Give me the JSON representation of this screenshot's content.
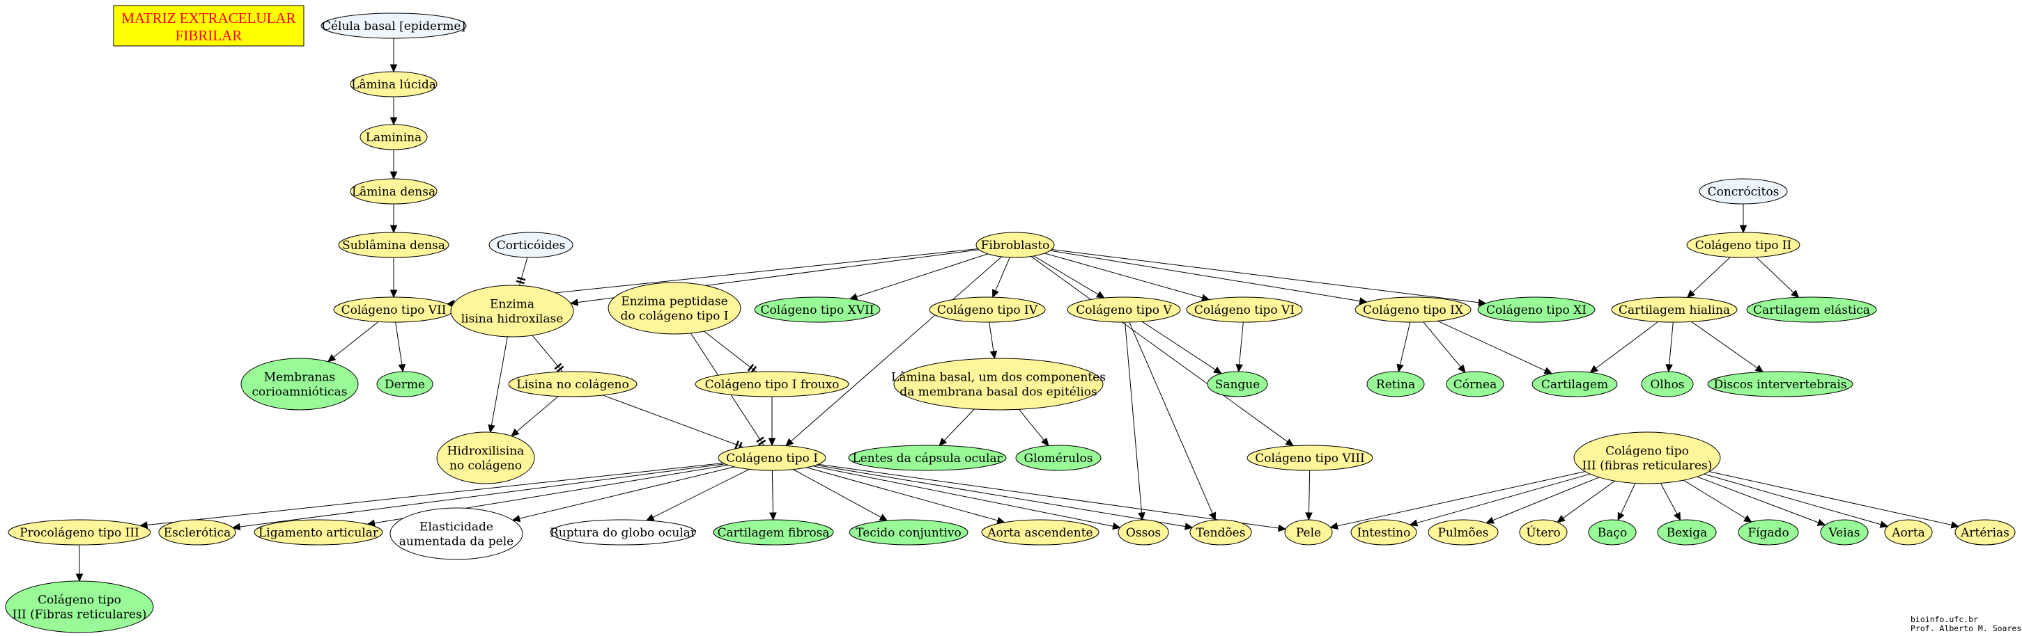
{
  "title": {
    "lines": [
      "MATRIZ EXTRACELULAR",
      "FIBRILAR"
    ],
    "color": "#ff0000",
    "background": "#ffff00"
  },
  "credits": {
    "lines": [
      "bioinfo.ufc.br",
      "Prof. Alberto M. Soares"
    ]
  },
  "colors": {
    "blue": "#eef5fb",
    "yellow": "#fff59a",
    "green": "#98fb98",
    "white": "#ffffff"
  },
  "nodes": [
    {
      "id": "celula_basal",
      "lines": [
        "Célula basal [epiderme]"
      ],
      "color": "blue"
    },
    {
      "id": "lamina_lucida",
      "lines": [
        "Lâmina lúcida"
      ],
      "color": "yellow"
    },
    {
      "id": "laminina",
      "lines": [
        "Laminina"
      ],
      "color": "yellow"
    },
    {
      "id": "lamina_densa",
      "lines": [
        "Lâmina densa"
      ],
      "color": "yellow"
    },
    {
      "id": "sublamina",
      "lines": [
        "Sublâmina densa"
      ],
      "color": "yellow"
    },
    {
      "id": "corticoides",
      "lines": [
        "Corticóides"
      ],
      "color": "blue"
    },
    {
      "id": "col7",
      "lines": [
        "Colágeno tipo VII"
      ],
      "color": "yellow"
    },
    {
      "id": "enzima_lisina",
      "lines": [
        "Enzima",
        "lisina hidroxilase"
      ],
      "color": "yellow"
    },
    {
      "id": "enzima_peptidase",
      "lines": [
        "Enzima peptidase",
        "do colágeno tipo I"
      ],
      "color": "yellow"
    },
    {
      "id": "membranas",
      "lines": [
        "Membranas",
        "corioamnióticas"
      ],
      "color": "green"
    },
    {
      "id": "derme",
      "lines": [
        "Derme"
      ],
      "color": "green"
    },
    {
      "id": "lisina_colageno",
      "lines": [
        "Lisina no colágeno"
      ],
      "color": "yellow"
    },
    {
      "id": "col1_frouxo",
      "lines": [
        "Colágeno tipo I frouxo"
      ],
      "color": "yellow"
    },
    {
      "id": "hidroxilisina",
      "lines": [
        "Hidroxilisina",
        "no colágeno"
      ],
      "color": "yellow"
    },
    {
      "id": "col1",
      "lines": [
        "Colágeno tipo I"
      ],
      "color": "yellow"
    },
    {
      "id": "fibroblasto",
      "lines": [
        "Fibroblasto"
      ],
      "color": "yellow"
    },
    {
      "id": "col17",
      "lines": [
        "Colágeno tipo XVII"
      ],
      "color": "green"
    },
    {
      "id": "col4",
      "lines": [
        "Colágeno tipo IV"
      ],
      "color": "yellow"
    },
    {
      "id": "col5",
      "lines": [
        "Colágeno tipo V"
      ],
      "color": "yellow"
    },
    {
      "id": "col6",
      "lines": [
        "Colágeno tipo VI"
      ],
      "color": "yellow"
    },
    {
      "id": "col9",
      "lines": [
        "Colágeno tipo IX"
      ],
      "color": "yellow"
    },
    {
      "id": "col11",
      "lines": [
        "Colágeno tipo XI"
      ],
      "color": "green"
    },
    {
      "id": "concrocitos",
      "lines": [
        "Concrócitos"
      ],
      "color": "blue"
    },
    {
      "id": "col2",
      "lines": [
        "Colágeno tipo II"
      ],
      "color": "yellow"
    },
    {
      "id": "cart_hialina",
      "lines": [
        "Cartilagem hialina"
      ],
      "color": "yellow"
    },
    {
      "id": "cart_elastica",
      "lines": [
        "Cartilagem elástica"
      ],
      "color": "green"
    },
    {
      "id": "lamina_basal",
      "lines": [
        "Lâmina basal, um dos componentes",
        "da membrana basal dos epitélios"
      ],
      "color": "yellow"
    },
    {
      "id": "sangue",
      "lines": [
        "Sangue"
      ],
      "color": "green"
    },
    {
      "id": "retina",
      "lines": [
        "Retina"
      ],
      "color": "green"
    },
    {
      "id": "cornea",
      "lines": [
        "Córnea"
      ],
      "color": "green"
    },
    {
      "id": "cartilagem",
      "lines": [
        "Cartilagem"
      ],
      "color": "green"
    },
    {
      "id": "olhos",
      "lines": [
        "Olhos"
      ],
      "color": "green"
    },
    {
      "id": "discos",
      "lines": [
        "Discos intervertebrais"
      ],
      "color": "green"
    },
    {
      "id": "lentes",
      "lines": [
        "Lentes da cápsula ocular"
      ],
      "color": "green"
    },
    {
      "id": "glomerulos",
      "lines": [
        "Glomérulos"
      ],
      "color": "green"
    },
    {
      "id": "col8",
      "lines": [
        "Colágeno tipo VIII"
      ],
      "color": "yellow"
    },
    {
      "id": "col3_top",
      "lines": [
        "Colágeno tipo",
        "III (fibras reticulares)"
      ],
      "color": "yellow"
    },
    {
      "id": "procol3",
      "lines": [
        "Procolágeno tipo III"
      ],
      "color": "yellow"
    },
    {
      "id": "esclerotica",
      "lines": [
        "Esclerótica"
      ],
      "color": "yellow"
    },
    {
      "id": "ligamento",
      "lines": [
        "Ligamento articular"
      ],
      "color": "yellow"
    },
    {
      "id": "elasticidade",
      "lines": [
        "Elasticidade",
        "aumentada da pele"
      ],
      "color": "white"
    },
    {
      "id": "ruptura",
      "lines": [
        "Ruptura do globo ocular"
      ],
      "color": "white"
    },
    {
      "id": "cart_fibrosa",
      "lines": [
        "Cartilagem fibrosa"
      ],
      "color": "green"
    },
    {
      "id": "tecido",
      "lines": [
        "Tecido conjuntivo"
      ],
      "color": "green"
    },
    {
      "id": "aorta_asc",
      "lines": [
        "Aorta ascendente"
      ],
      "color": "yellow"
    },
    {
      "id": "ossos",
      "lines": [
        "Ossos"
      ],
      "color": "yellow"
    },
    {
      "id": "tendoes",
      "lines": [
        "Tendões"
      ],
      "color": "yellow"
    },
    {
      "id": "pele",
      "lines": [
        "Pele"
      ],
      "color": "yellow"
    },
    {
      "id": "intestino",
      "lines": [
        "Intestino"
      ],
      "color": "yellow"
    },
    {
      "id": "pulmoes",
      "lines": [
        "Pulmões"
      ],
      "color": "yellow"
    },
    {
      "id": "utero",
      "lines": [
        "Útero"
      ],
      "color": "yellow"
    },
    {
      "id": "baco",
      "lines": [
        "Baço"
      ],
      "color": "green"
    },
    {
      "id": "bexiga",
      "lines": [
        "Bexiga"
      ],
      "color": "green"
    },
    {
      "id": "figado",
      "lines": [
        "Fígado"
      ],
      "color": "green"
    },
    {
      "id": "veias",
      "lines": [
        "Veias"
      ],
      "color": "green"
    },
    {
      "id": "aorta",
      "lines": [
        "Aorta"
      ],
      "color": "yellow"
    },
    {
      "id": "arterias",
      "lines": [
        "Artérias"
      ],
      "color": "yellow"
    },
    {
      "id": "col3_bottom",
      "lines": [
        "Colágeno tipo",
        "III (Fibras reticulares)"
      ],
      "color": "green"
    }
  ],
  "edges": [
    {
      "from": "celula_basal",
      "to": "lamina_lucida",
      "head": "arrow"
    },
    {
      "from": "lamina_lucida",
      "to": "laminina",
      "head": "arrow"
    },
    {
      "from": "laminina",
      "to": "lamina_densa",
      "head": "arrow"
    },
    {
      "from": "lamina_densa",
      "to": "sublamina",
      "head": "arrow"
    },
    {
      "from": "sublamina",
      "to": "col7",
      "head": "arrow"
    },
    {
      "from": "col7",
      "to": "membranas",
      "head": "arrow"
    },
    {
      "from": "col7",
      "to": "derme",
      "head": "arrow"
    },
    {
      "from": "corticoides",
      "to": "enzima_lisina",
      "head": "tee"
    },
    {
      "from": "enzima_lisina",
      "to": "lisina_colageno",
      "head": "tee"
    },
    {
      "from": "enzima_lisina",
      "to": "hidroxilisina",
      "head": "arrow"
    },
    {
      "from": "lisina_colageno",
      "to": "hidroxilisina",
      "head": "arrow"
    },
    {
      "from": "lisina_colageno",
      "to": "col1",
      "head": "tee"
    },
    {
      "from": "enzima_peptidase",
      "to": "col1_frouxo",
      "head": "tee"
    },
    {
      "from": "enzima_peptidase",
      "to": "col1",
      "head": "tee"
    },
    {
      "from": "col1_frouxo",
      "to": "col1",
      "head": "arrow"
    },
    {
      "from": "fibroblasto",
      "to": "col7",
      "head": "arrow"
    },
    {
      "from": "fibroblasto",
      "to": "enzima_lisina",
      "head": "arrow"
    },
    {
      "from": "fibroblasto",
      "to": "col1",
      "head": "arrow"
    },
    {
      "from": "fibroblasto",
      "to": "col17",
      "head": "arrow"
    },
    {
      "from": "fibroblasto",
      "to": "col4",
      "head": "arrow"
    },
    {
      "from": "fibroblasto",
      "to": "col5",
      "head": "arrow"
    },
    {
      "from": "fibroblasto",
      "to": "col6",
      "head": "arrow"
    },
    {
      "from": "fibroblasto",
      "to": "col9",
      "head": "arrow"
    },
    {
      "from": "fibroblasto",
      "to": "col11",
      "head": "arrow"
    },
    {
      "from": "fibroblasto",
      "to": "col8",
      "head": "arrow"
    },
    {
      "from": "col4",
      "to": "lamina_basal",
      "head": "arrow"
    },
    {
      "from": "lamina_basal",
      "to": "lentes",
      "head": "arrow"
    },
    {
      "from": "lamina_basal",
      "to": "glomerulos",
      "head": "arrow"
    },
    {
      "from": "col5",
      "to": "sangue",
      "head": "arrow"
    },
    {
      "from": "col5",
      "to": "ossos",
      "head": "arrow"
    },
    {
      "from": "col5",
      "to": "tendoes",
      "head": "arrow"
    },
    {
      "from": "col6",
      "to": "sangue",
      "head": "arrow"
    },
    {
      "from": "col9",
      "to": "retina",
      "head": "arrow"
    },
    {
      "from": "col9",
      "to": "cornea",
      "head": "arrow"
    },
    {
      "from": "col9",
      "to": "cartilagem",
      "head": "arrow"
    },
    {
      "from": "concrocitos",
      "to": "col2",
      "head": "arrow"
    },
    {
      "from": "col2",
      "to": "cart_hialina",
      "head": "arrow"
    },
    {
      "from": "col2",
      "to": "cart_elastica",
      "head": "arrow"
    },
    {
      "from": "cart_hialina",
      "to": "cartilagem",
      "head": "arrow"
    },
    {
      "from": "cart_hialina",
      "to": "olhos",
      "head": "arrow"
    },
    {
      "from": "cart_hialina",
      "to": "discos",
      "head": "arrow"
    },
    {
      "from": "col8",
      "to": "pele",
      "head": "arrow"
    },
    {
      "from": "col1",
      "to": "procol3",
      "head": "arrow"
    },
    {
      "from": "col1",
      "to": "esclerotica",
      "head": "arrow"
    },
    {
      "from": "col1",
      "to": "ligamento",
      "head": "arrow"
    },
    {
      "from": "col1",
      "to": "elasticidade",
      "head": "arrow"
    },
    {
      "from": "col1",
      "to": "ruptura",
      "head": "arrow"
    },
    {
      "from": "col1",
      "to": "cart_fibrosa",
      "head": "arrow"
    },
    {
      "from": "col1",
      "to": "tecido",
      "head": "arrow"
    },
    {
      "from": "col1",
      "to": "aorta_asc",
      "head": "arrow"
    },
    {
      "from": "col1",
      "to": "ossos",
      "head": "arrow"
    },
    {
      "from": "col1",
      "to": "tendoes",
      "head": "arrow"
    },
    {
      "from": "col1",
      "to": "pele",
      "head": "arrow"
    },
    {
      "from": "procol3",
      "to": "col3_bottom",
      "head": "arrow"
    },
    {
      "from": "col3_top",
      "to": "pele",
      "head": "arrow"
    },
    {
      "from": "col3_top",
      "to": "intestino",
      "head": "arrow"
    },
    {
      "from": "col3_top",
      "to": "pulmoes",
      "head": "arrow"
    },
    {
      "from": "col3_top",
      "to": "utero",
      "head": "arrow"
    },
    {
      "from": "col3_top",
      "to": "baco",
      "head": "arrow"
    },
    {
      "from": "col3_top",
      "to": "bexiga",
      "head": "arrow"
    },
    {
      "from": "col3_top",
      "to": "figado",
      "head": "arrow"
    },
    {
      "from": "col3_top",
      "to": "veias",
      "head": "arrow"
    },
    {
      "from": "col3_top",
      "to": "aorta",
      "head": "arrow"
    },
    {
      "from": "col3_top",
      "to": "arterias",
      "head": "arrow"
    }
  ]
}
